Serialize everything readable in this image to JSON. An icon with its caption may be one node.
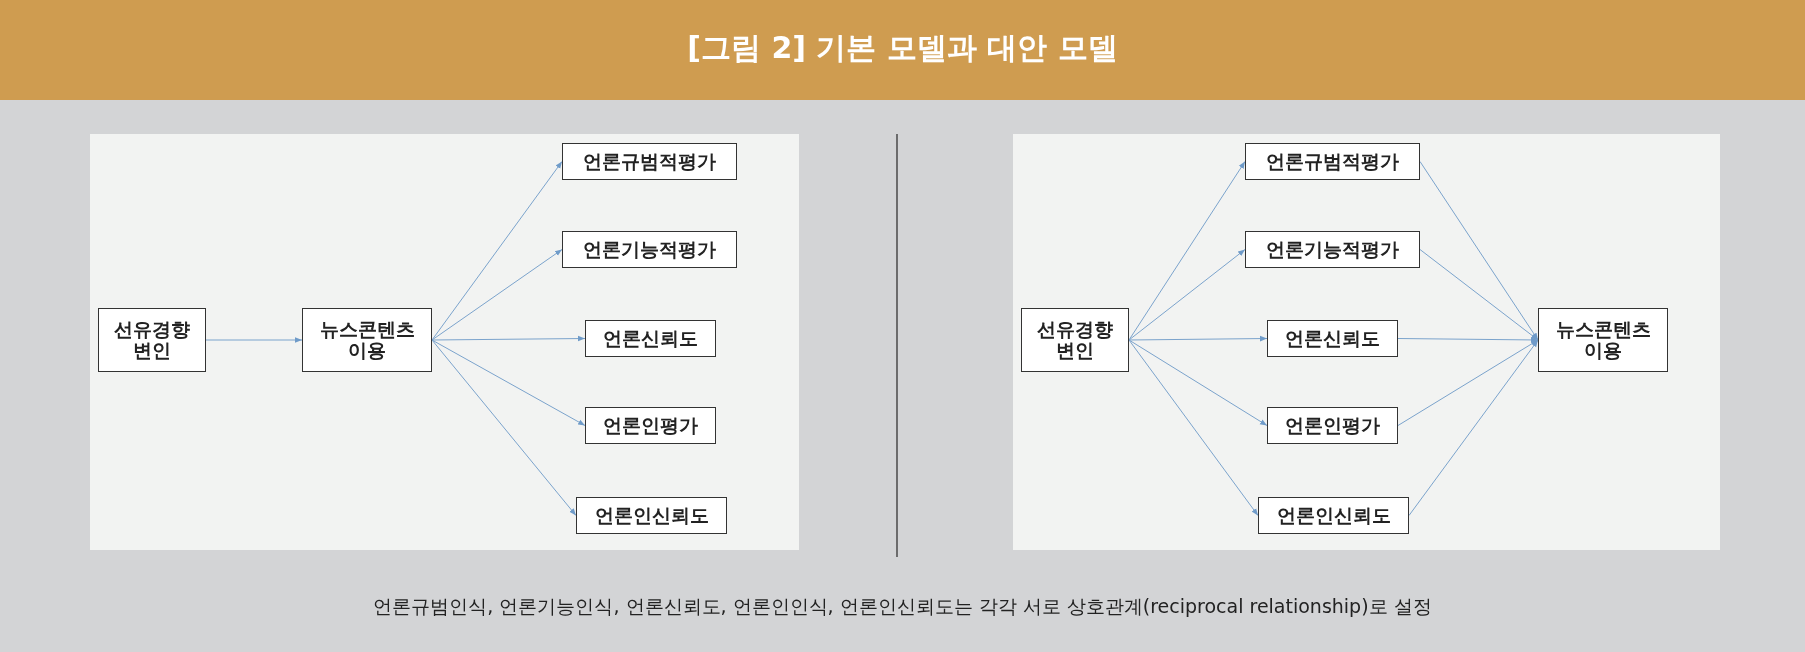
{
  "diagram": {
    "title": "[그림 2] 기본 모델과 대안 모델",
    "caption": "언론규범인식, 언론기능인식, 언론신뢰도, 언론인인식, 언론인신뢰도는 각각 서로 상호관계(reciprocal relationship)로 설정",
    "nodes": [
      {
        "text": [
          "선유경향 변인"
        ]
      },
      {
        "text": [
          "뉴스콘텐츠 이용"
        ]
      },
      {
        "text": [
          "언론규범적평가"
        ]
      },
      {
        "text": [
          "언론기능적평가"
        ]
      },
      {
        "text": [
          "언론신뢰도"
        ]
      },
      {
        "text": [
          "언론인평가"
        ]
      },
      {
        "text": [
          "언론인신뢰도"
        ]
      },
      {
        "text": [
          "선유경향 변인"
        ]
      },
      {
        "text": [
          "언론규범적평가"
        ]
      },
      {
        "text": [
          "언론기능적평가"
        ]
      },
      {
        "text": [
          "언론신뢰도"
        ]
      },
      {
        "text": [
          "언론인평가"
        ]
      },
      {
        "text": [
          "언론인신뢰도"
        ]
      },
      {
        "text": [
          "뉴스콘텐츠 이용"
        ]
      }
    ],
    "edges": [
      {
        "from": 0,
        "to": 1,
        "arrow": "to"
      },
      {
        "from": 1,
        "to": 2,
        "arrow": "to"
      },
      {
        "from": 1,
        "to": 3,
        "arrow": "to"
      },
      {
        "from": 1,
        "to": 4,
        "arrow": "to"
      },
      {
        "from": 1,
        "to": 5,
        "arrow": "to"
      },
      {
        "from": 1,
        "to": 6,
        "arrow": "to"
      },
      {
        "from": 7,
        "to": 8,
        "arrow": "to"
      },
      {
        "from": 7,
        "to": 9,
        "arrow": "to"
      },
      {
        "from": 7,
        "to": 10,
        "arrow": "to"
      },
      {
        "from": 7,
        "to": 11,
        "arrow": "to"
      },
      {
        "from": 7,
        "to": 12,
        "arrow": "to"
      },
      {
        "from": 8,
        "to": 13,
        "arrow": "to"
      },
      {
        "from": 9,
        "to": 13,
        "arrow": "to"
      },
      {
        "from": 10,
        "to": 13,
        "arrow": "to"
      },
      {
        "from": 11,
        "to": 13,
        "arrow": "to"
      },
      {
        "from": 12,
        "to": 13,
        "arrow": "to"
      }
    ]
  }
}
